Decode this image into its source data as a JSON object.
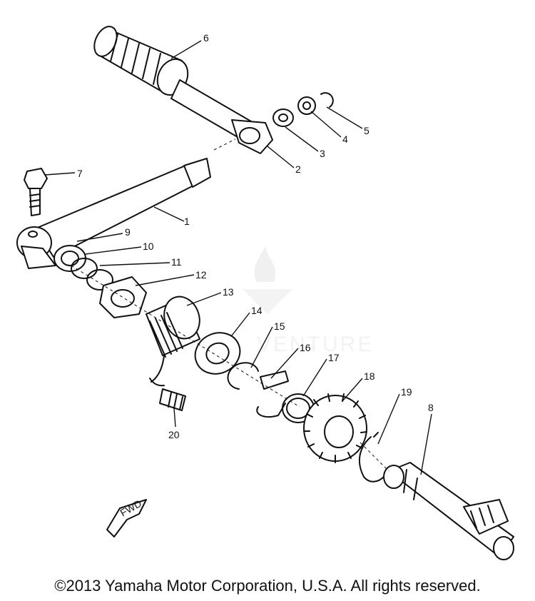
{
  "diagram": {
    "watermark_text": "VENTURE",
    "fwd_label": "FWD",
    "callouts": [
      "1",
      "2",
      "3",
      "4",
      "5",
      "6",
      "7",
      "8",
      "9",
      "10",
      "11",
      "12",
      "13",
      "14",
      "15",
      "16",
      "17",
      "18",
      "19",
      "20"
    ]
  },
  "footer": {
    "copyright": "©2013 Yamaha Motor Corporation, U.S.A. All rights reserved."
  }
}
